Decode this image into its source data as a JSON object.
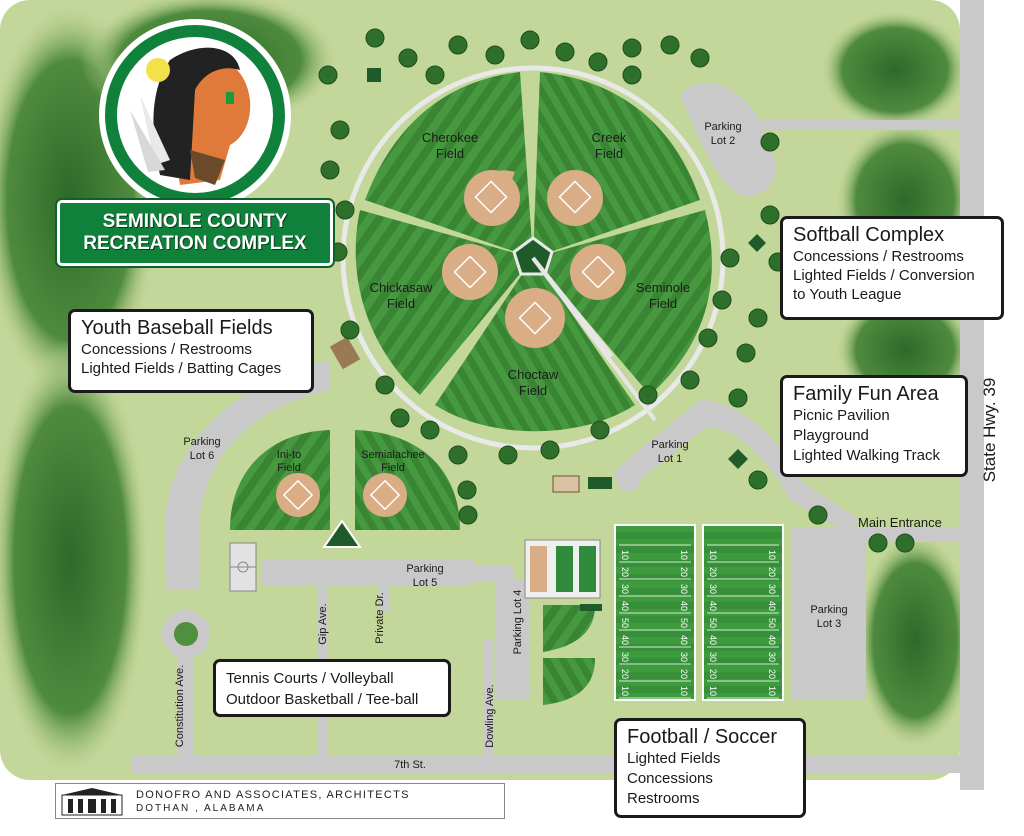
{
  "logo": {
    "title_line1": "SEMINOLE COUNTY",
    "title_line2": "RECREATION COMPLEX"
  },
  "fields": {
    "cherokee": "Cherokee Field",
    "creek": "Creek Field",
    "chickasaw": "Chickasaw Field",
    "seminole": "Seminole Field",
    "choctaw": "Choctaw Field",
    "inito": "Ini-to Field",
    "semialachee": "Semialachee Field"
  },
  "parking": {
    "lot1": "Parking Lot 1",
    "lot2": "Parking Lot 2",
    "lot3": "Parking Lot 3",
    "lot4": "Parking Lot 4",
    "lot5": "Parking Lot 5",
    "lot6": "Parking Lot 6"
  },
  "streets": {
    "constitution": "Constitution Ave.",
    "gip": "Gip Ave.",
    "private": "Private Dr.",
    "dowling": "Dowling Ave.",
    "seventh": "7th St.",
    "highway": "State Hwy. 39",
    "main_entrance": "Main Entrance"
  },
  "callouts": {
    "softball": {
      "title": "Softball Complex",
      "lines": [
        "Concessions / Restrooms",
        "Lighted Fields / Conversion",
        "to Youth League"
      ]
    },
    "youth": {
      "title": "Youth Baseball Fields",
      "lines": [
        "Concessions / Restrooms",
        "Lighted Fields / Batting Cages"
      ]
    },
    "family": {
      "title": "Family Fun Area",
      "lines": [
        "Picnic Pavilion",
        "Playground",
        "Lighted Walking Track"
      ]
    },
    "tennis": {
      "lines": [
        "Tennis Courts / Volleyball",
        "Outdoor Basketball / Tee-ball"
      ]
    },
    "football": {
      "title": "Football / Soccer",
      "lines": [
        "Lighted Fields",
        "Concessions",
        "Restrooms"
      ]
    }
  },
  "architect": {
    "name": "DONOFRO AND ASSOCIATES, ARCHITECTS",
    "city": "DOTHAN , ALABAMA"
  },
  "yard_markers": [
    "10",
    "20",
    "30",
    "40",
    "50",
    "40",
    "30",
    "20",
    "10"
  ],
  "colors": {
    "grass": "#c4d79a",
    "field_green": "#3f8f3a",
    "infield": "#d9ad86",
    "road": "#c9c9c9",
    "trees": "#2e6b2a",
    "logo_green": "#10813b"
  }
}
